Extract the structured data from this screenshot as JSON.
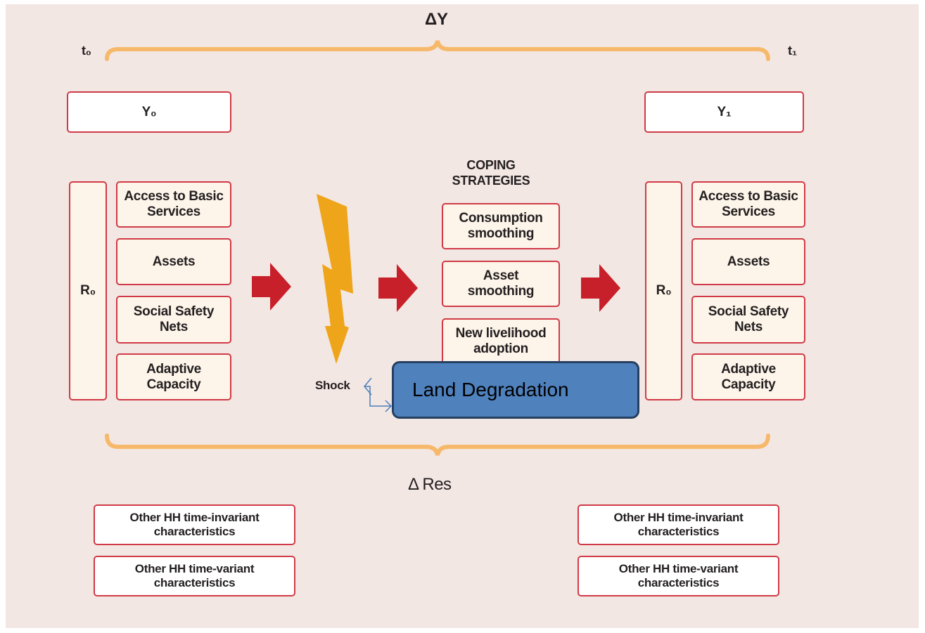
{
  "top": {
    "delta_label": "ΔY",
    "t0": "t₀",
    "t1": "t₁"
  },
  "bottom": {
    "delta_label": "Δ Res"
  },
  "left": {
    "y_box": "Y₀",
    "r_box": "R₀",
    "items": [
      "Access to Basic Services",
      "Assets",
      "Social Safety Nets",
      "Adaptive Capacity"
    ],
    "other": [
      "Other HH time-invariant characteristics",
      "Other HH time-variant characteristics"
    ]
  },
  "right": {
    "y_box": "Y₁",
    "r_box": "R₀",
    "items": [
      "Access to Basic Services",
      "Assets",
      "Social Safety Nets",
      "Adaptive Capacity"
    ],
    "other": [
      "Other HH time-invariant characteristics",
      "Other HH time-variant characteristics"
    ]
  },
  "shock_label": "Shock",
  "coping": {
    "title": "COPING STRATEGIES",
    "items": [
      "Consumption smoothing",
      "Asset smoothing",
      "New livelihood adoption"
    ]
  },
  "callout": {
    "text": "Land Degradation"
  },
  "colors": {
    "background": "#f3e7e3",
    "box_border": "#d03a46",
    "brace": "#f6b96c",
    "arrow": "#c8202b",
    "bolt": "#efa51a",
    "callout_fill": "#4f81bd",
    "callout_border": "#243f60",
    "connector": "#4a7ebb"
  },
  "icons": [
    "right-arrow-icon",
    "lightning-bolt-icon",
    "elbow-connector-icon"
  ]
}
